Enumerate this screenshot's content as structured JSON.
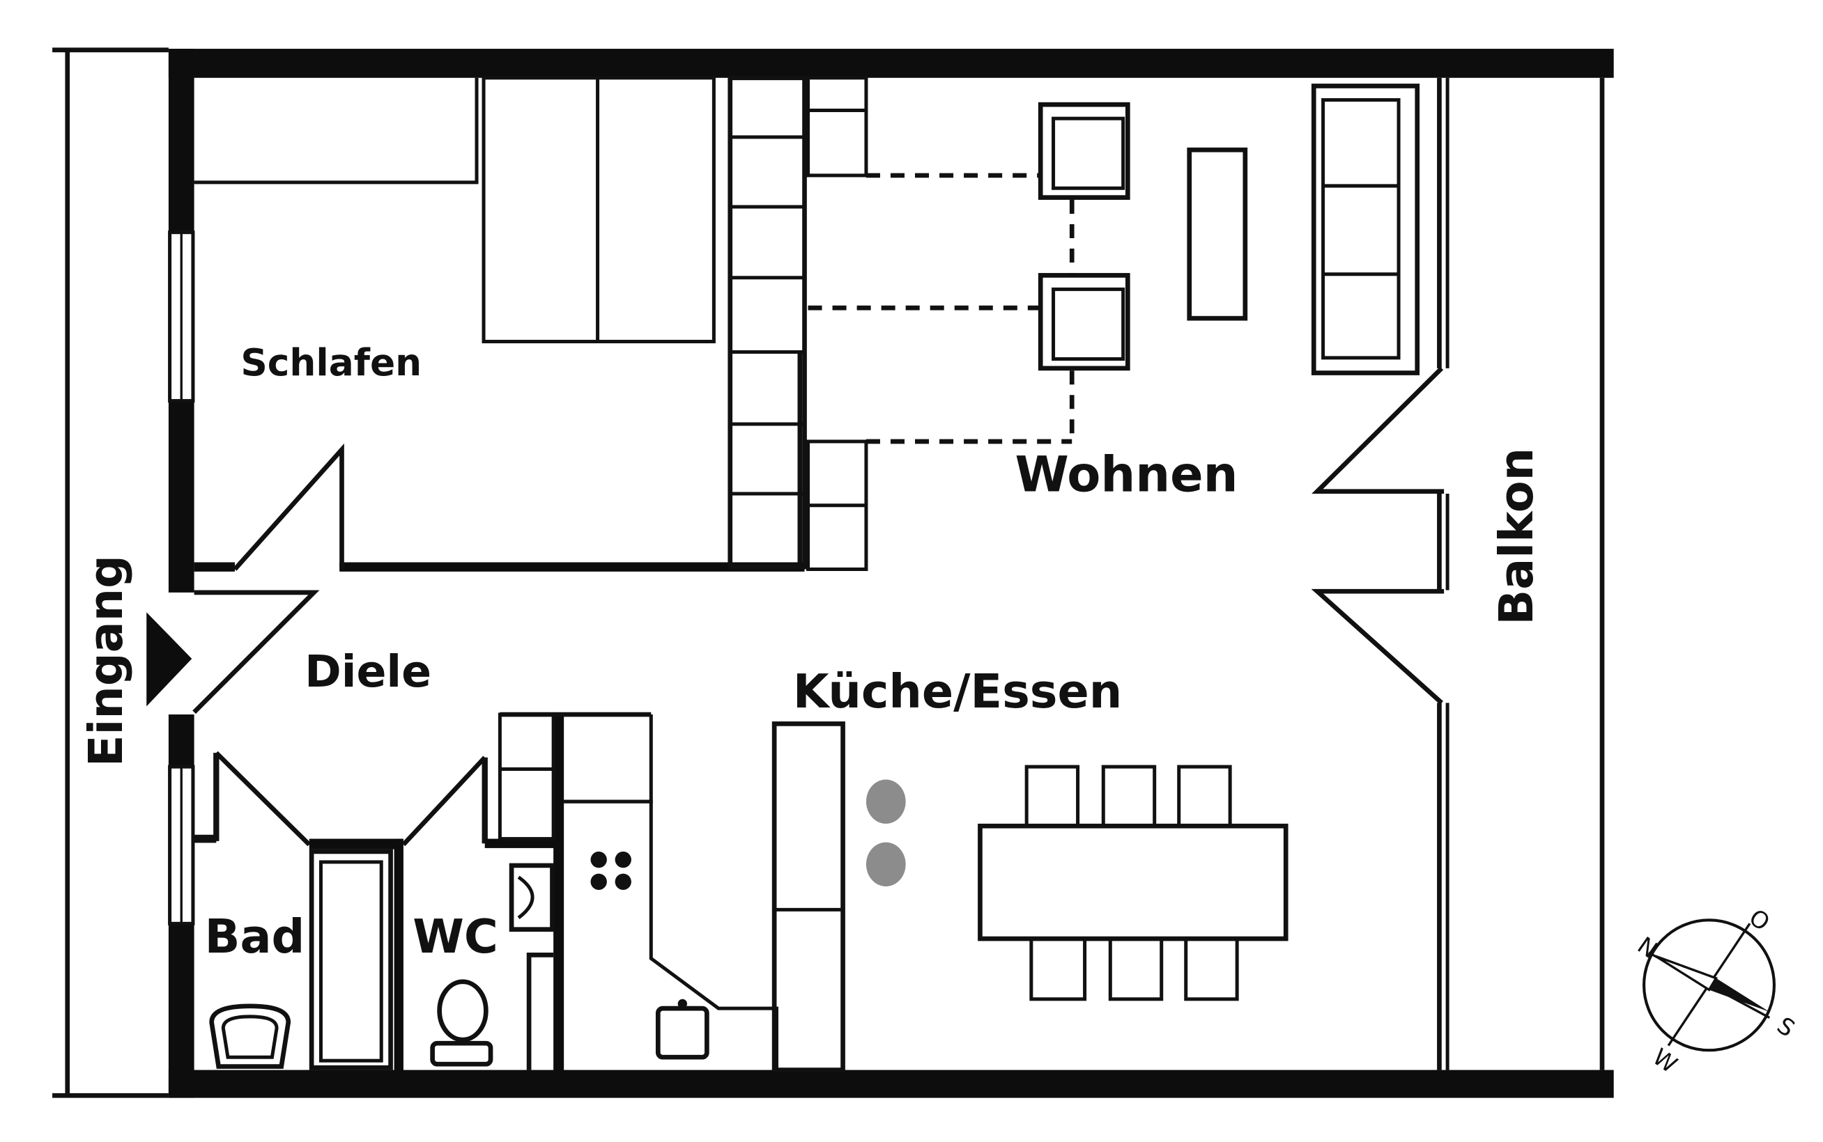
{
  "rooms": {
    "schlafen": "Schlafen",
    "wohnen": "Wohnen",
    "balkon": "Balkon",
    "eingang": "Eingang",
    "diele": "Diele",
    "kueche_essen": "Küche/Essen",
    "bad": "Bad",
    "wc": "WC"
  },
  "compass": {
    "n": "N",
    "o": "O",
    "s": "S",
    "w": "W"
  },
  "colors": {
    "wall": "#0d0d0d",
    "line": "#111111",
    "background": "#ffffff",
    "stool": "#8c8c8c"
  }
}
